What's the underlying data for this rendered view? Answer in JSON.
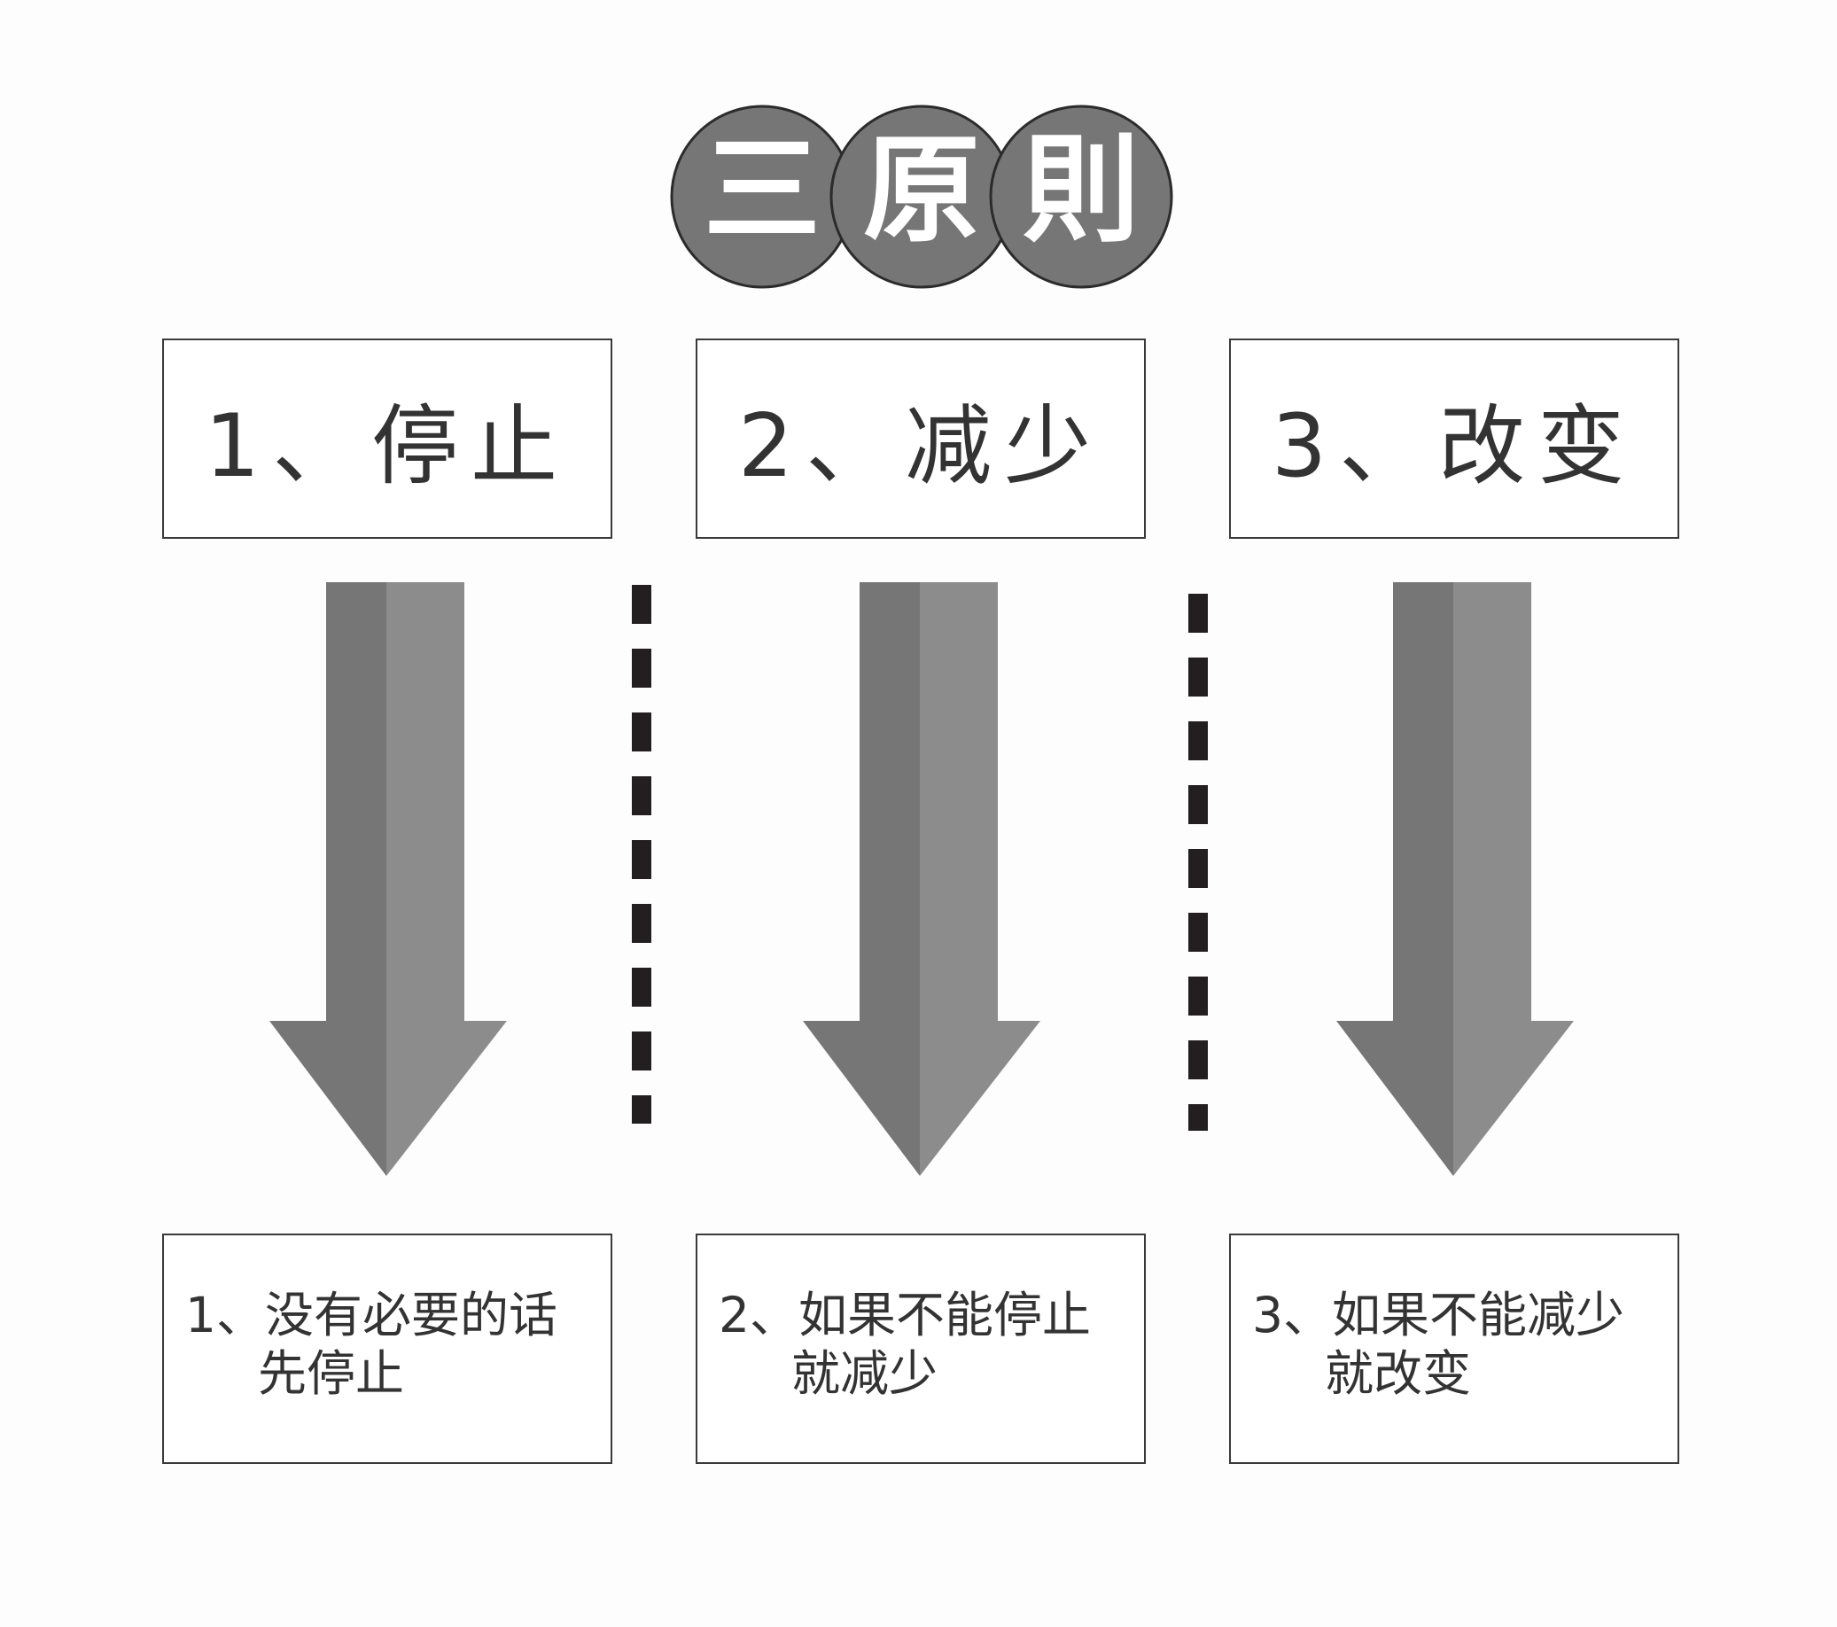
{
  "title": {
    "chars": [
      "三",
      "原",
      "則"
    ],
    "badge_color": "#767676"
  },
  "principles": [
    {
      "heading": "1、停止",
      "detail_line1": "1、没有必要的话",
      "detail_line2": "先停止"
    },
    {
      "heading": "2、减少",
      "detail_line1": "2、如果不能停止",
      "detail_line2": "就减少"
    },
    {
      "heading": "3、改变",
      "detail_line1": "3、如果不能减少",
      "detail_line2": "就改变"
    }
  ],
  "colors": {
    "arrow_dark": "#767676",
    "arrow_light": "#8c8c8c",
    "divider": "#231f20",
    "box_border": "#3a3a3a",
    "text": "#333333"
  }
}
